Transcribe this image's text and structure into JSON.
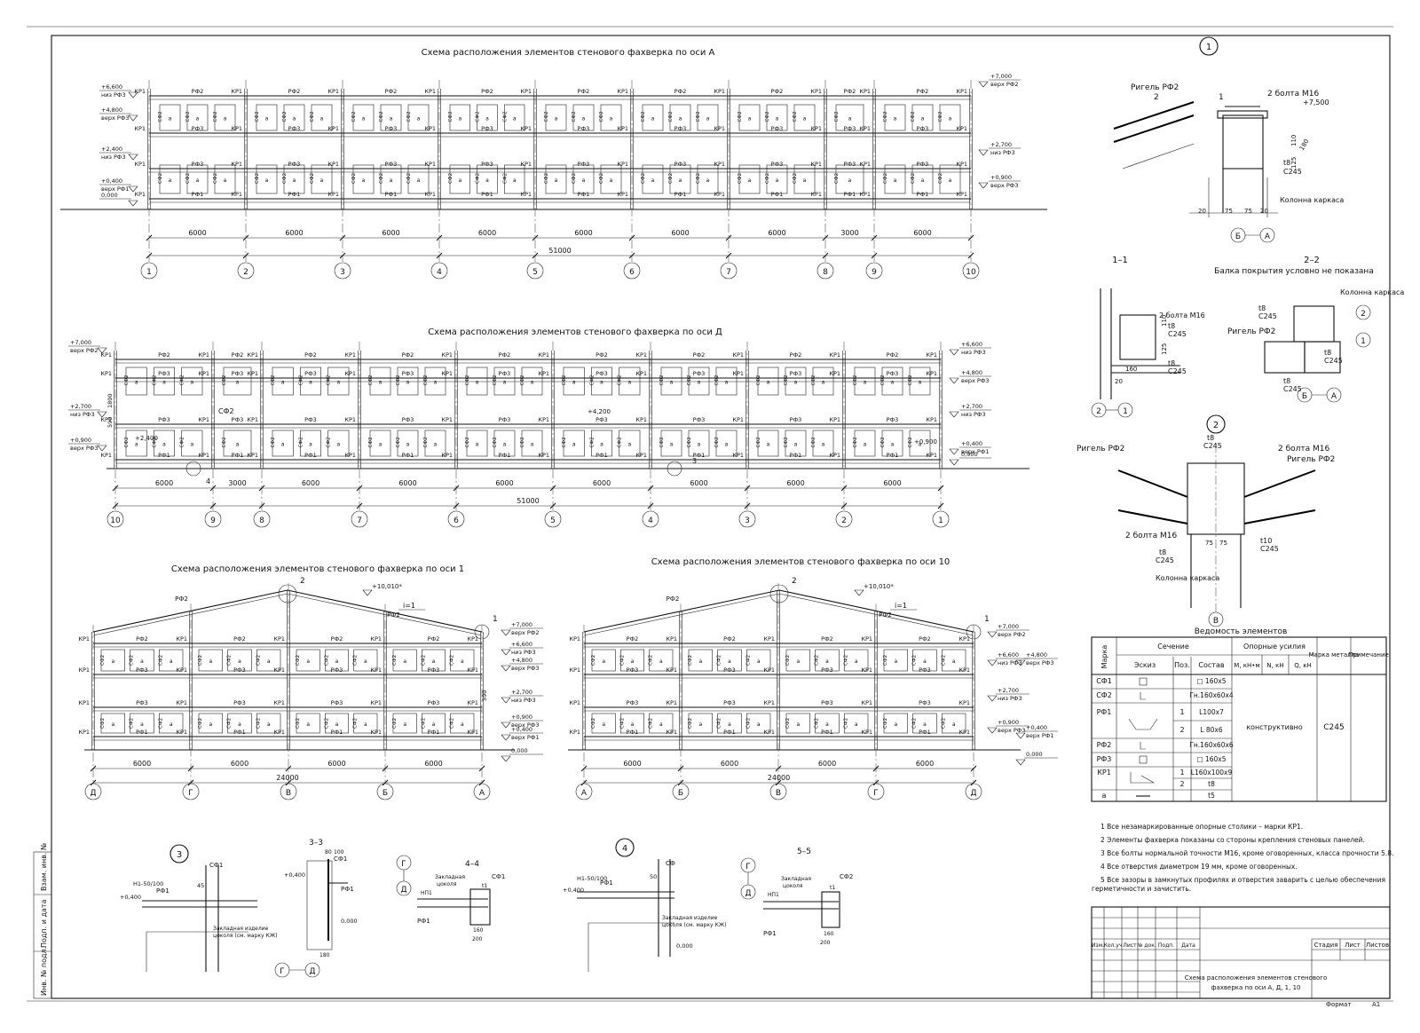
{
  "sheet": {
    "format_label": "Формат",
    "format_value": "А1",
    "side_stamp": [
      "Инв. № подл.",
      "Подп. и дата",
      "Взам. инв. №"
    ]
  },
  "elevation_a": {
    "title": "Схема расположения элементов стенового фахверка по оси А",
    "axes": [
      "1",
      "2",
      "3",
      "4",
      "5",
      "6",
      "7",
      "8",
      "9",
      "10"
    ],
    "spans": [
      "6000",
      "6000",
      "6000",
      "6000",
      "6000",
      "6000",
      "6000",
      "3000",
      "6000"
    ],
    "total": "51000",
    "marks_left": [
      {
        "value": "+6,600",
        "note": "низ РФ3"
      },
      {
        "value": "+4,800",
        "note": "верх РФ3"
      },
      {
        "value": "+2,400",
        "note": "низ РФ3"
      },
      {
        "value": "+0,400",
        "note": "верх РФ1"
      },
      {
        "value": "0,000",
        "note": ""
      }
    ],
    "marks_right": [
      {
        "value": "+7,000",
        "note": "верх РФ2"
      },
      {
        "value": "+2,700",
        "note": "низ РФ3"
      },
      {
        "value": "+0,900",
        "note": "верх РФ3"
      }
    ]
  },
  "elevation_d": {
    "title": "Схема расположения элементов стенового фахверка по оси Д",
    "axes": [
      "10",
      "9",
      "8",
      "7",
      "6",
      "5",
      "4",
      "3",
      "2",
      "1"
    ],
    "spans": [
      "6000",
      "3000",
      "6000",
      "6000",
      "6000",
      "6000",
      "6000",
      "6000",
      "6000"
    ],
    "total": "51000",
    "marks_left": [
      {
        "value": "+7,000",
        "note": "верх РФ2"
      },
      {
        "value": "+2,700",
        "note": "низ РФ3"
      },
      {
        "value": "+0,900",
        "note": "верх РФ3"
      }
    ],
    "marks_right": [
      {
        "value": "+6,600",
        "note": "низ РФ3"
      },
      {
        "value": "+4,800",
        "note": "верх РФ3"
      },
      {
        "value": "+2,700",
        "note": "низ РФ3"
      },
      {
        "value": "+0,400",
        "note": "верх РФ1"
      },
      {
        "value": "0,000",
        "note": ""
      }
    ],
    "inner_marks": [
      "+4,200",
      "+2,400",
      "+0,900"
    ],
    "dims_left": [
      "1800",
      "590"
    ],
    "callouts": [
      "СФ2",
      "4",
      "3"
    ]
  },
  "elevation_1": {
    "title": "Схема расположения элементов стенового фахверка по оси 1",
    "axes": [
      "Д",
      "Г",
      "В",
      "Б",
      "А"
    ],
    "spans": [
      "6000",
      "6000",
      "6000",
      "6000"
    ],
    "total": "24000",
    "ridge": "+10,010*",
    "slope": "i=1",
    "callouts": [
      "2",
      "1"
    ],
    "marks_right": [
      {
        "value": "+7,000",
        "note": "верх РФ2"
      },
      {
        "value": "+6,600",
        "note": "низ РФ3"
      },
      {
        "value": "+4,800",
        "note": "верх РФ3"
      },
      {
        "value": "+2,700",
        "note": "низ РФ3"
      },
      {
        "value": "+0,900",
        "note": "верх РФ3"
      },
      {
        "value": "+0,400",
        "note": "верх РФ1"
      },
      {
        "value": "0,000",
        "note": ""
      }
    ],
    "dim_590": "590"
  },
  "elevation_10": {
    "title": "Схема расположения элементов стенового фахверка по оси 10",
    "axes": [
      "А",
      "Б",
      "В",
      "Г",
      "Д"
    ],
    "spans": [
      "6000",
      "6000",
      "6000",
      "6000"
    ],
    "total": "24000",
    "ridge": "+10,010*",
    "slope": "i=1",
    "callouts": [
      "2",
      "1"
    ],
    "marks_right": [
      {
        "value": "+7,000",
        "note": "верх РФ2"
      },
      {
        "value": "+6,600",
        "note": "низ РФ3"
      },
      {
        "value": "+4,800",
        "note": "верх РФ3"
      },
      {
        "value": "+2,700",
        "note": "низ РФ3"
      },
      {
        "value": "+0,900",
        "note": "верх РФ3"
      },
      {
        "value": "+0,400",
        "note": "верх РФ1"
      },
      {
        "value": "0,000",
        "note": ""
      }
    ]
  },
  "element_labels": [
    "КР1",
    "РФ1",
    "РФ2",
    "РФ3",
    "СФ1",
    "СФ2",
    "а"
  ],
  "node_1": {
    "title": "1",
    "labels": [
      "Ригель РФ2",
      "2 болта М16",
      "+7,500",
      "t8",
      "С245",
      "Колонна каркаса",
      "2",
      "1"
    ],
    "dims": [
      "20",
      "75",
      "75",
      "20",
      "110",
      "125",
      "180"
    ],
    "axes": [
      "Б",
      "А"
    ]
  },
  "section_1_1": {
    "title": "1–1",
    "labels": [
      "2 болта М16",
      "t8",
      "С245",
      "t8",
      "С245"
    ],
    "dims": [
      "110",
      "125",
      "160",
      "20"
    ],
    "axes": [
      "2",
      "1"
    ]
  },
  "section_2_2": {
    "title": "2–2",
    "subtitle": "Балка покрытия условно не показана",
    "labels": [
      "Колонна каркаса",
      "t8",
      "С245",
      "Ригель РФ2",
      "t8",
      "С245",
      "t8",
      "С245"
    ],
    "axes": [
      "2",
      "1",
      "Б",
      "А"
    ]
  },
  "node_2": {
    "title": "2",
    "labels": [
      "Ригель РФ2",
      "2 болта М16",
      "Ригель РФ2",
      "2 болта М16",
      "t8",
      "С245",
      "t10",
      "С245",
      "t8",
      "С245",
      "Колонна каркаса"
    ],
    "dims": [
      "75",
      "75"
    ],
    "axis": "В"
  },
  "schedule": {
    "title": "Ведомость элементов",
    "header": {
      "mark": "Марка",
      "section": "Сечение",
      "sketch": "Эскиз",
      "pos": "Поз.",
      "composition": "Состав",
      "forces": "Опорные усилия",
      "m": "М, кН•м",
      "n": "N, кН",
      "q": "Q, кН",
      "steel": "Марка металла",
      "note": "Примечание"
    },
    "rows": [
      {
        "mark": "СФ1",
        "pos": "",
        "composition": "□ 160х5"
      },
      {
        "mark": "СФ2",
        "pos": "",
        "composition": "Гн.160х60х4"
      },
      {
        "mark": "РФ1",
        "pos": "1",
        "composition": "L100x7"
      },
      {
        "mark": "",
        "pos": "2",
        "composition": "L 80x6"
      },
      {
        "mark": "РФ2",
        "pos": "",
        "composition": "Гн.160х60х6"
      },
      {
        "mark": "РФ3",
        "pos": "",
        "composition": "□ 160х5"
      },
      {
        "mark": "КР1",
        "pos": "1",
        "composition": "L160x100x9"
      },
      {
        "mark": "",
        "pos": "2",
        "composition": "t8"
      },
      {
        "mark": "а",
        "pos": "",
        "composition": "t5"
      }
    ],
    "forces_value": "конструктивно",
    "steel_value": "С245"
  },
  "notes": [
    "1 Все незамаркированные опорные столики – марки КР1.",
    "2 Элементы фахверка показаны со стороны крепления стеновых панелей.",
    "3 Все болты нормальной точности М16, кроме оговоренных, класса прочности 5.8.",
    "4 Все отверстия диаметром 19 мм, кроме оговоренных.",
    "5 Все зазоры в замкнутых профилях и отверстия заварить с целью обеспечения",
    "герметичности и зачистить."
  ],
  "titleblock": {
    "cols": [
      "Изм.",
      "Кол.уч",
      "Лист",
      "№ док.",
      "Подп.",
      "Дата"
    ],
    "stage": "Стадия",
    "sheet": "Лист",
    "sheets": "Листов",
    "drawing_title_1": "Схема расположения элементов стенового",
    "drawing_title_2": "фахверка по оси А, Д, 1, 10"
  },
  "details": {
    "d3": {
      "title": "3",
      "labels": [
        "СФ1",
        "Н1-50/100",
        "РФ1",
        "+0,400",
        "Закладная изделие",
        "цоколя (см. марку КЖ)"
      ],
      "dims": [
        "45"
      ]
    },
    "s33": {
      "title": "3–3",
      "labels": [
        "+0,400",
        "СФ1",
        "РФ1",
        "0,000"
      ],
      "dims": [
        "80",
        "100",
        "180"
      ],
      "axes": [
        "Г",
        "Д"
      ]
    },
    "s44": {
      "title": "4–4",
      "labels": [
        "Закладная",
        "цоколя",
        "НП1",
        "СФ1",
        "РФ1",
        "t1"
      ],
      "dims": [
        "160",
        "200"
      ],
      "axes": [
        "Г",
        "Д"
      ]
    },
    "d4": {
      "title": "4",
      "labels": [
        "Н1-50/100",
        "РФ1",
        "СФ",
        "+0,400",
        "Закладная изделие",
        "цоколя (см. марку КЖ)",
        "0,000"
      ],
      "dims": [
        "50"
      ]
    },
    "s55": {
      "title": "5–5",
      "labels": [
        "Закладная",
        "цоколя",
        "НП1",
        "СФ2",
        "РФ1",
        "t1"
      ],
      "dims": [
        "160",
        "200"
      ],
      "axes": [
        "Г",
        "Д"
      ]
    }
  }
}
